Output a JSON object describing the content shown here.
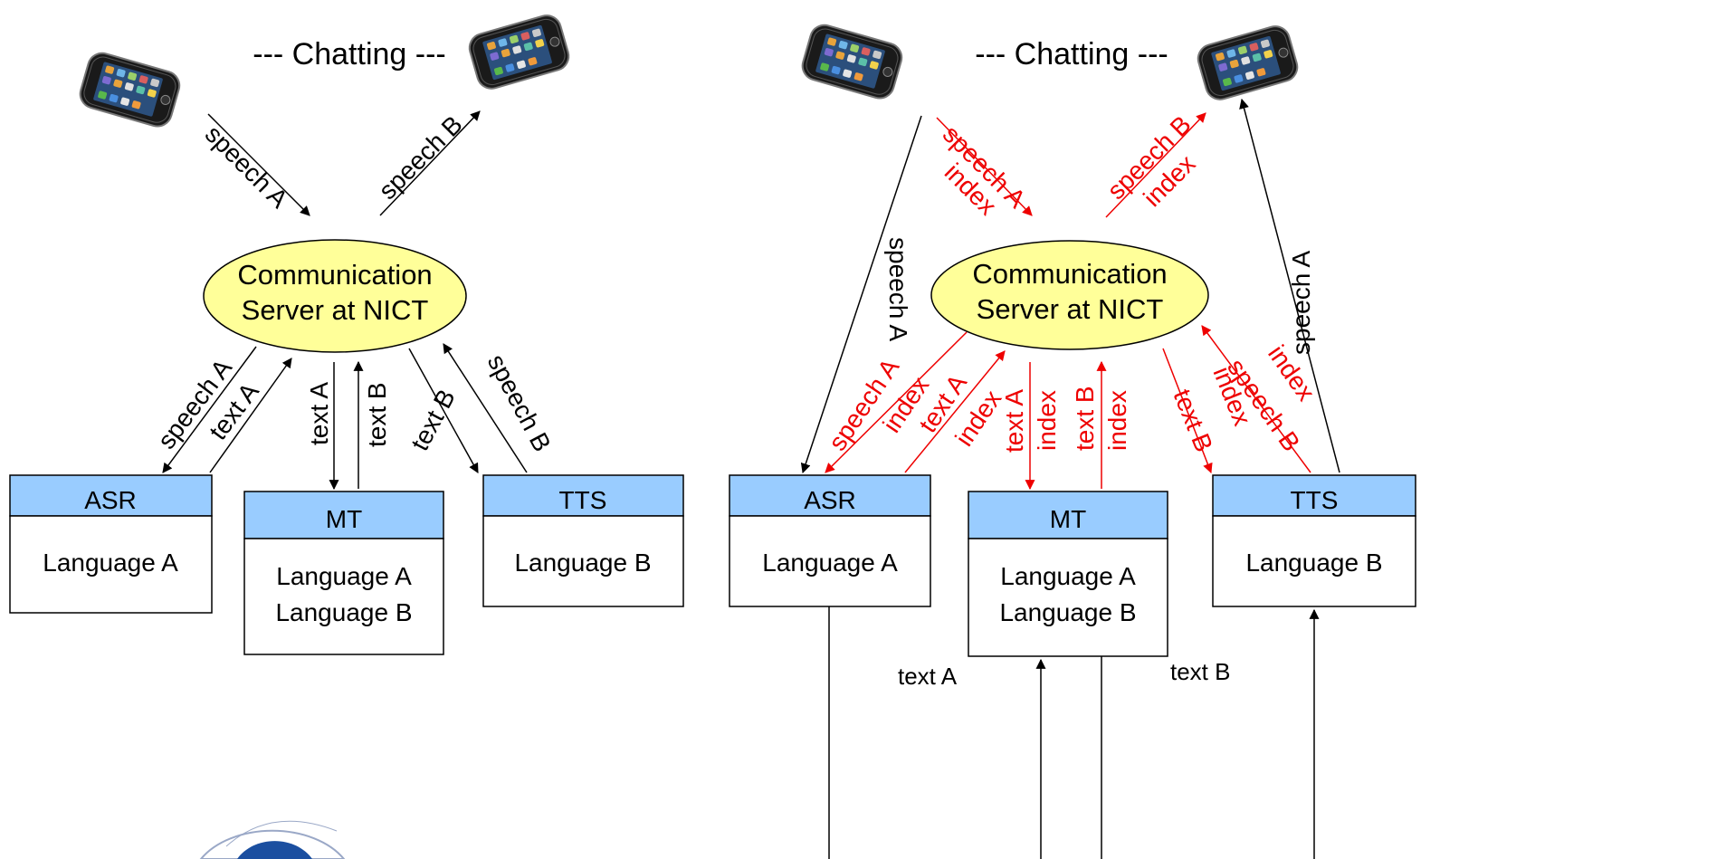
{
  "colors": {
    "module_header": "#99ccff",
    "server_fill": "#ffff99",
    "line_black": "#000000",
    "line_red": "#ee0000"
  },
  "left": {
    "chatting": "--- Chatting ---",
    "server": [
      "Communication",
      "Server at NICT"
    ],
    "asr": {
      "title": "ASR",
      "lines": [
        "Language A"
      ]
    },
    "mt": {
      "title": "MT",
      "lines": [
        "Language A",
        "Language B"
      ]
    },
    "tts": {
      "title": "TTS",
      "lines": [
        "Language B"
      ]
    },
    "labels": {
      "speech_a_top": "speech A",
      "speech_b_top": "speech B",
      "speech_a_asr": "speech A",
      "text_a_asr": "text A",
      "text_a_mt": "text A",
      "text_b_mt": "text B",
      "text_b_tts": "text B",
      "speech_b_tts": "speech B"
    }
  },
  "right": {
    "chatting": "--- Chatting ---",
    "server": [
      "Communication",
      "Server at NICT"
    ],
    "asr": {
      "title": "ASR",
      "lines": [
        "Language A"
      ]
    },
    "mt": {
      "title": "MT",
      "lines": [
        "Language A",
        "Language B"
      ]
    },
    "tts": {
      "title": "TTS",
      "lines": [
        "Language B"
      ]
    },
    "labels": {
      "speech_a_top": "speech A",
      "index_a_top": "index",
      "speech_b_top": "speech B",
      "index_b_top": "index",
      "speech_a_direct": "speech A",
      "speech_a_back": "speech A",
      "speech_a_asr": "speech A",
      "index_asr_in": "index",
      "text_a_asr": "text A",
      "index_asr_out": "index",
      "text_a_mt": "text A",
      "index_mt_in": "index",
      "text_b_mt": "text B",
      "index_mt_out": "index",
      "text_b_tts": "text B",
      "index_tts_in": "index",
      "speech_b_tts": "speech B",
      "index_tts_out": "index",
      "text_a_bottom": "text A",
      "text_b_bottom": "text B"
    }
  }
}
